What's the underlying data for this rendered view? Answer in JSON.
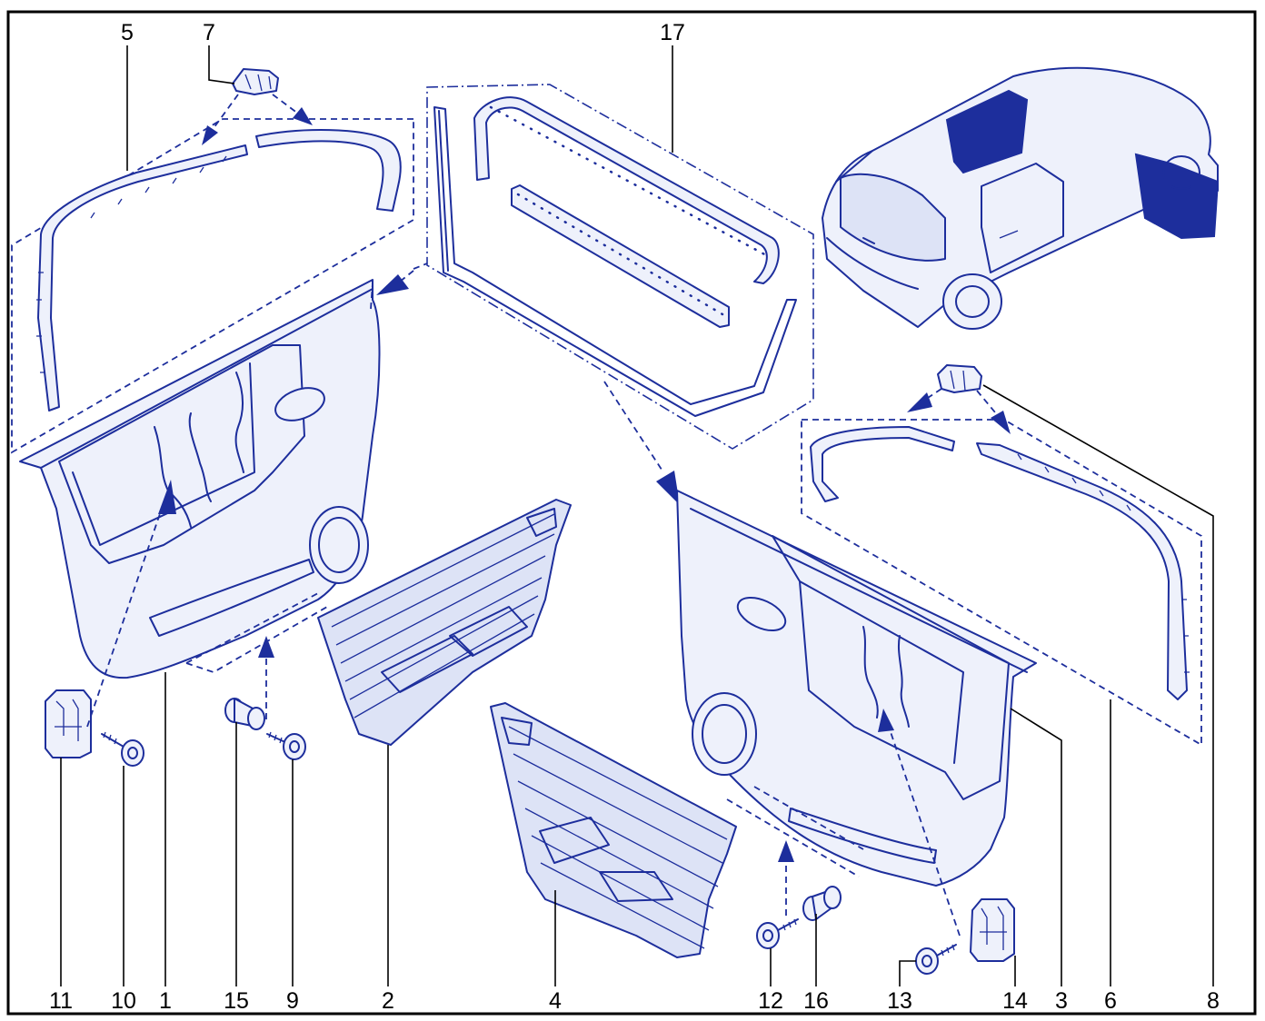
{
  "callouts": [
    {
      "id": "5",
      "text": "5"
    },
    {
      "id": "7",
      "text": "7"
    },
    {
      "id": "17",
      "text": "17"
    },
    {
      "id": "11",
      "text": "11"
    },
    {
      "id": "10",
      "text": "10"
    },
    {
      "id": "1",
      "text": "1"
    },
    {
      "id": "15",
      "text": "15"
    },
    {
      "id": "9",
      "text": "9"
    },
    {
      "id": "2",
      "text": "2"
    },
    {
      "id": "4",
      "text": "4"
    },
    {
      "id": "12",
      "text": "12"
    },
    {
      "id": "16",
      "text": "16"
    },
    {
      "id": "13",
      "text": "13"
    },
    {
      "id": "14",
      "text": "14"
    },
    {
      "id": "3",
      "text": "3"
    },
    {
      "id": "6",
      "text": "6"
    },
    {
      "id": "8",
      "text": "8"
    }
  ],
  "colors": {
    "line": "#1d2e9c",
    "fill": "#eef1fb",
    "frame": "#000000"
  }
}
